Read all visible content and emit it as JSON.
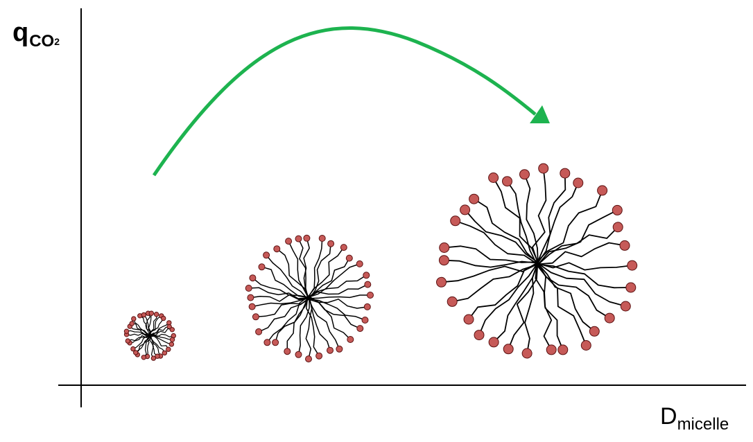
{
  "axes": {
    "y_label": {
      "main": "q",
      "sub": "CO",
      "sub2": "2"
    },
    "x_label": {
      "main": "D",
      "sub": "micelle"
    }
  },
  "colors": {
    "arrow": "#1db34f",
    "head": "#c65a58",
    "head_outline": "#5a1010",
    "tail": "#000000",
    "axis": "#000000"
  },
  "micelles": [
    {
      "name": "small",
      "tail_count": 30,
      "head_count": 30
    },
    {
      "name": "medium",
      "tail_count": 32,
      "head_count": 32
    },
    {
      "name": "large",
      "tail_count": 30,
      "head_count": 30
    }
  ]
}
